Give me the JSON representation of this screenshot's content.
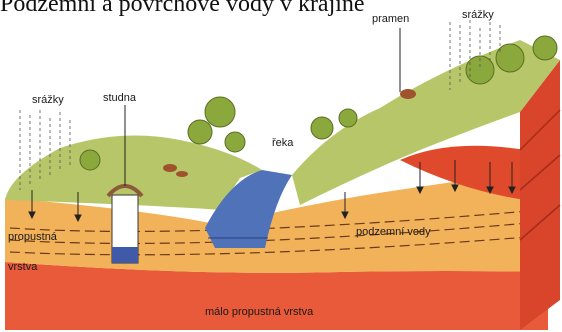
{
  "caption": "Podzemní a povrchové vody v krajině",
  "labels": {
    "srazky_left": "srážky",
    "studna": "studna",
    "reka": "řeka",
    "pramen": "pramen",
    "srazky_right": "srážky",
    "propustna": "propustná",
    "vrstva": "vrstva",
    "podzemni_vody": "podzemní vody",
    "malo_propustna_vrstva": "málo propustná vrstva"
  },
  "colors": {
    "grass": "#b8c66a",
    "sand": "#f2b25a",
    "deep": "#e85a3a",
    "front": "#d8452b",
    "water": "#4f72b8",
    "well_water": "#3f5aa8"
  }
}
